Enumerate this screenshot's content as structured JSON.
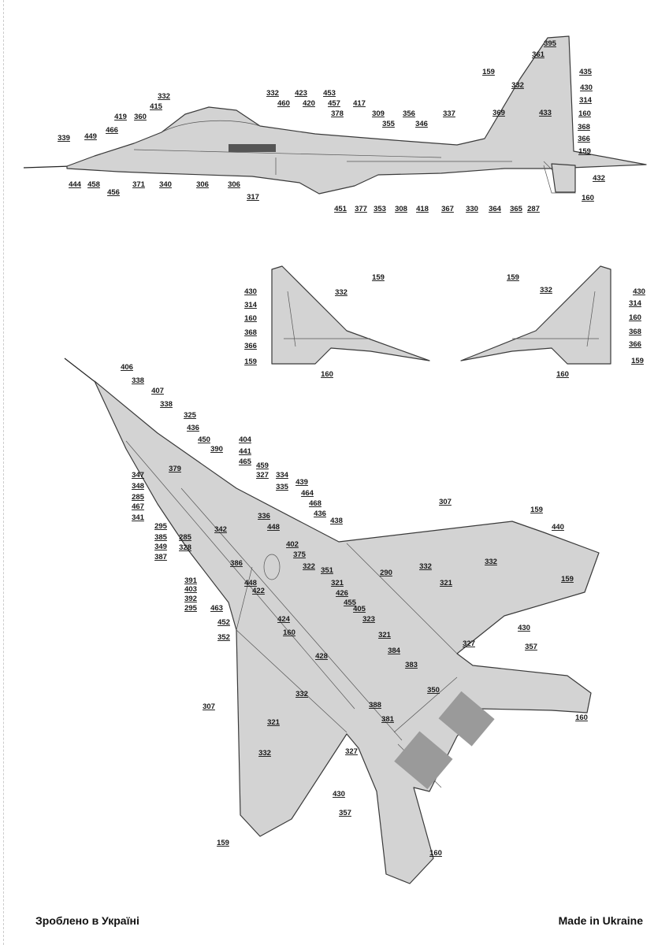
{
  "side_view": {
    "labels": [
      "395",
      "361",
      "159",
      "332",
      "435",
      "430",
      "314",
      "433",
      "160",
      "369",
      "368",
      "366",
      "159",
      "432",
      "160",
      "287",
      "337",
      "356",
      "346",
      "355",
      "309",
      "417",
      "453",
      "457",
      "378",
      "423",
      "420",
      "332",
      "460",
      "332",
      "415",
      "419",
      "360",
      "466",
      "449",
      "339",
      "444",
      "458",
      "456",
      "371",
      "340",
      "306",
      "306",
      "317",
      "451",
      "377",
      "353",
      "308",
      "418",
      "367",
      "330",
      "364",
      "365"
    ]
  },
  "tail_left": {
    "labels": [
      "159",
      "332",
      "430",
      "314",
      "160",
      "368",
      "366",
      "159",
      "160"
    ]
  },
  "tail_right": {
    "labels": [
      "159",
      "332",
      "430",
      "314",
      "160",
      "368",
      "366",
      "159",
      "160"
    ]
  },
  "plan_view": {
    "labels": [
      "406",
      "338",
      "407",
      "338",
      "325",
      "436",
      "450",
      "390",
      "404",
      "441",
      "465",
      "459",
      "327",
      "334",
      "335",
      "439",
      "464",
      "468",
      "436",
      "438",
      "379",
      "347",
      "348",
      "285",
      "467",
      "341",
      "295",
      "385",
      "349",
      "387",
      "285",
      "328",
      "391",
      "403",
      "392",
      "295",
      "342",
      "386",
      "336",
      "448",
      "402",
      "375",
      "322",
      "448",
      "422",
      "351",
      "321",
      "426",
      "455",
      "405",
      "323",
      "424",
      "160",
      "321",
      "428",
      "384",
      "383",
      "388",
      "350",
      "381",
      "463",
      "452",
      "352",
      "290",
      "332",
      "332",
      "321",
      "307",
      "159",
      "440",
      "159",
      "430",
      "327",
      "357",
      "160",
      "332",
      "321",
      "332",
      "307",
      "327",
      "430",
      "357",
      "159",
      "160"
    ]
  },
  "footer": {
    "left": "Зроблено в Україні",
    "right": "Made in Ukraine"
  }
}
